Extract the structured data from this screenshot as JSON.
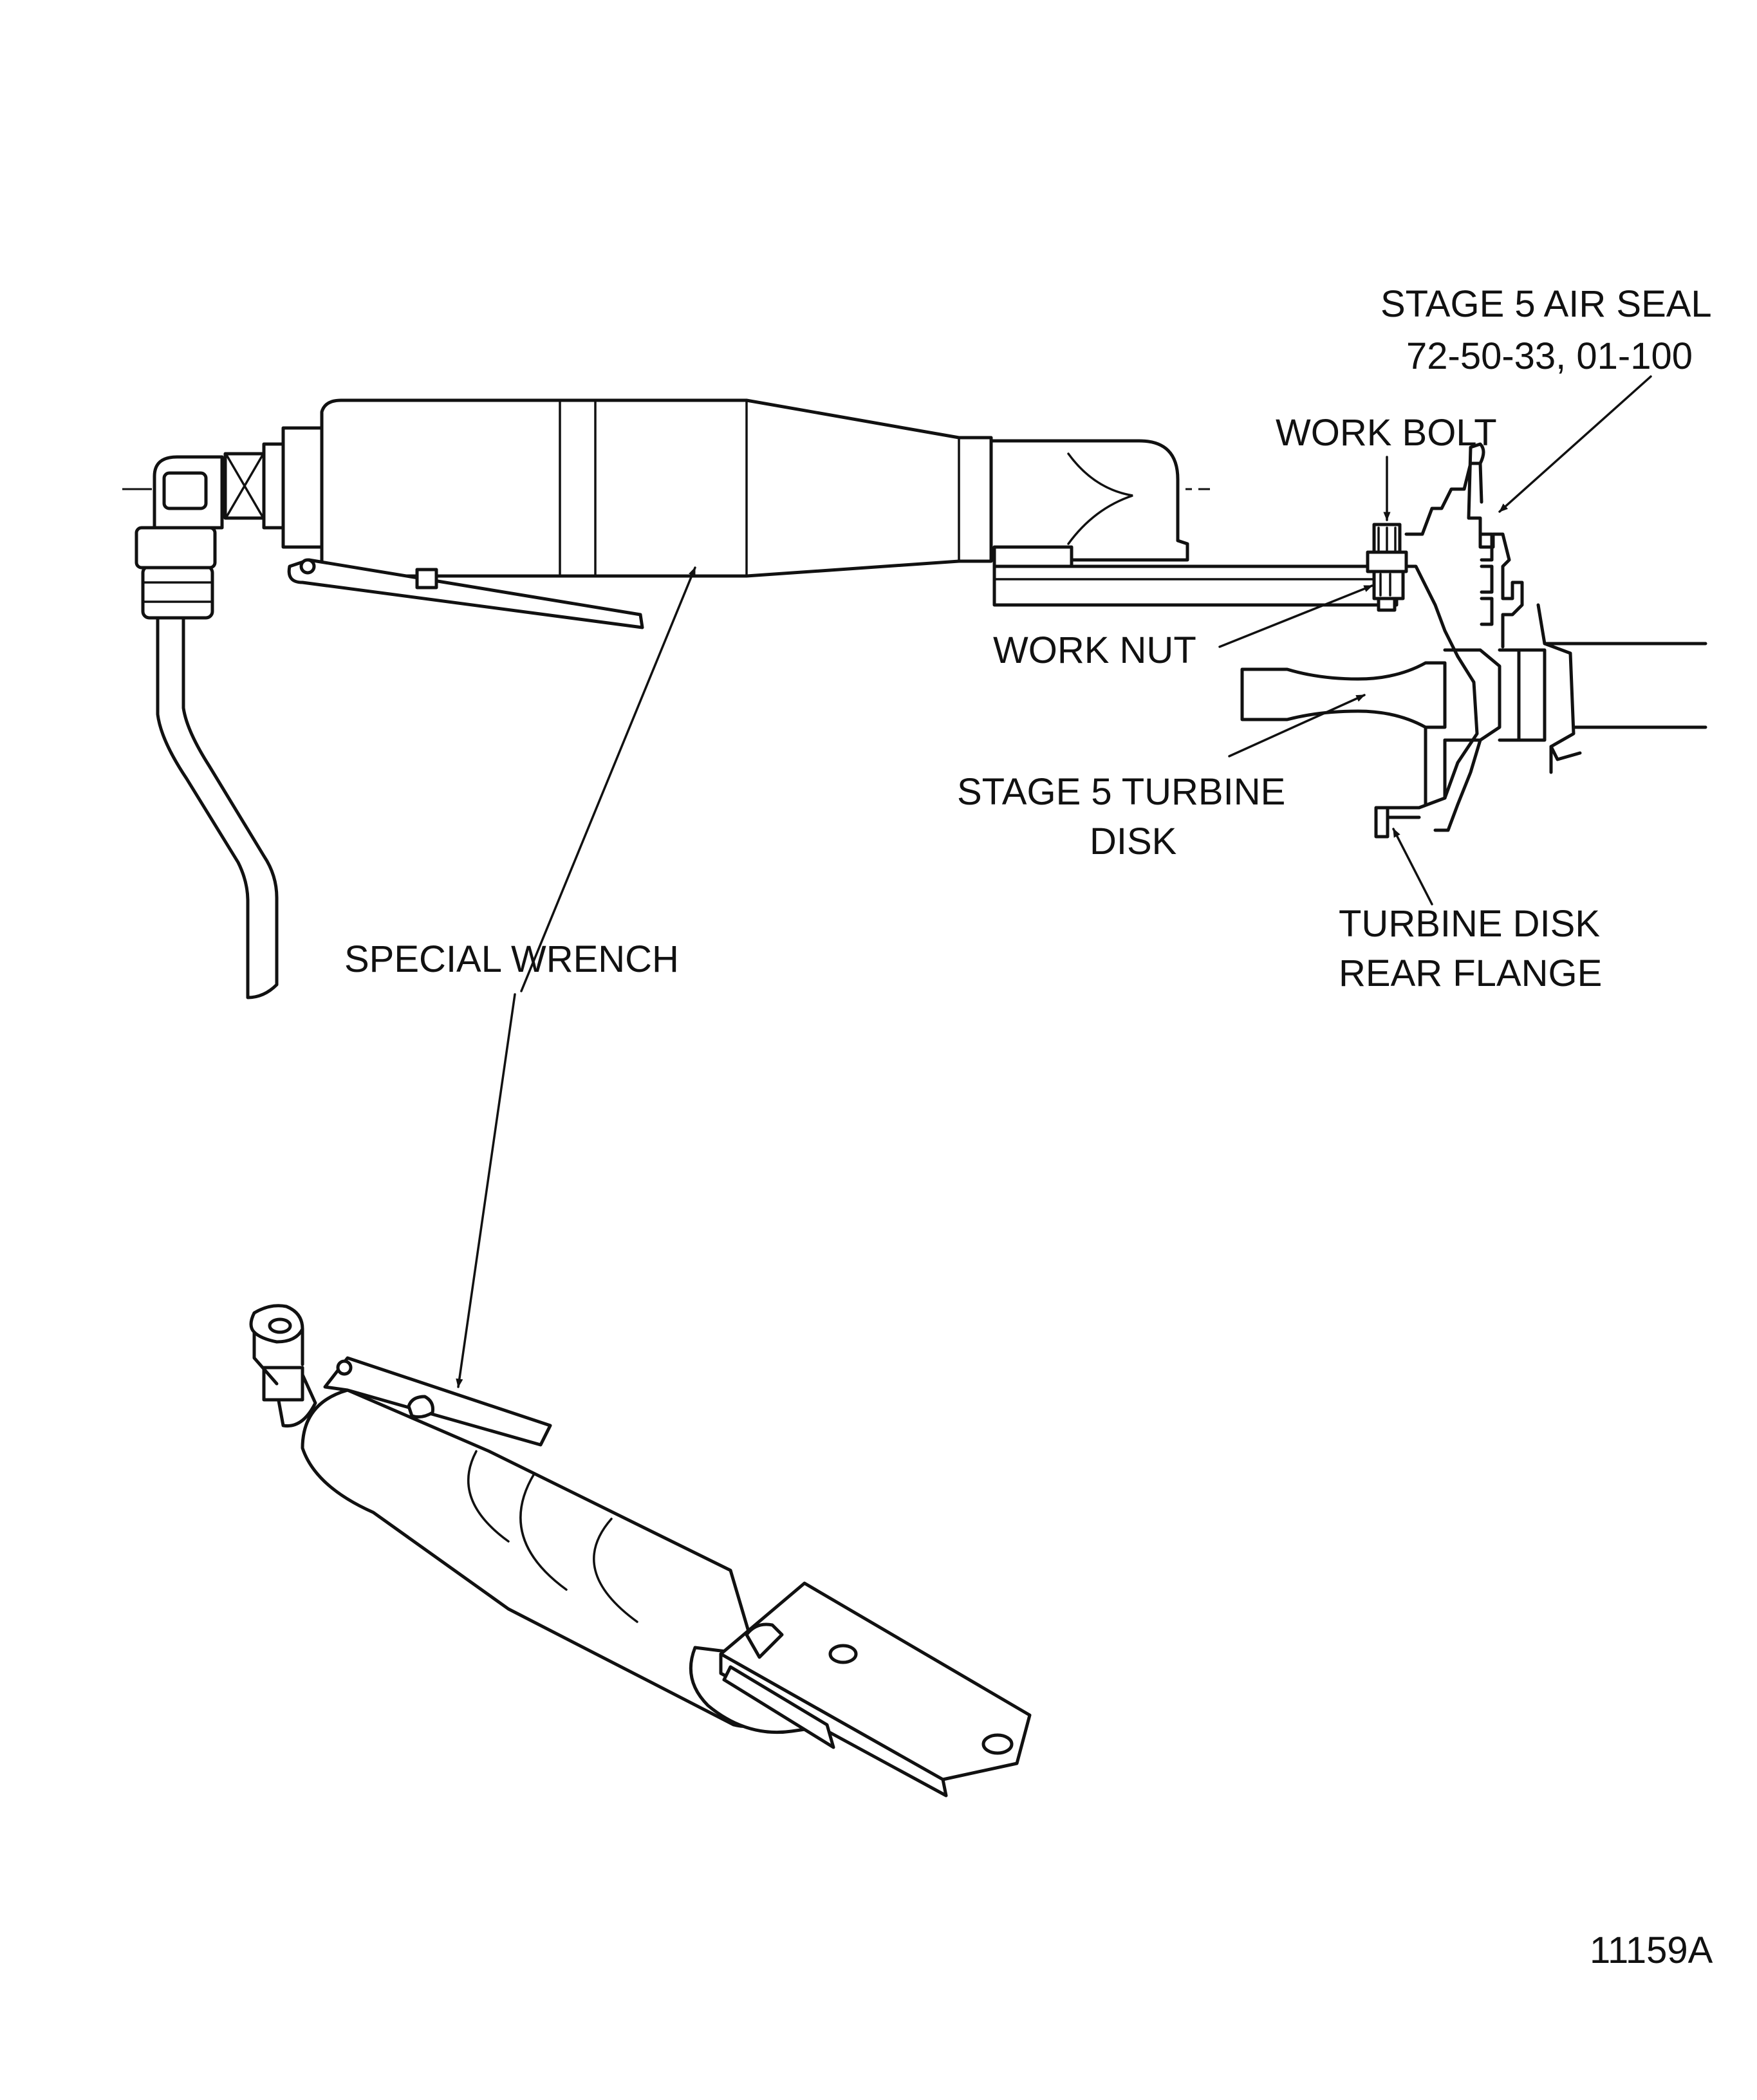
{
  "labels": {
    "air_seal_line1": "STAGE 5 AIR SEAL",
    "air_seal_line2": "72-50-33, 01-100",
    "work_bolt": "WORK BOLT",
    "work_nut": "WORK NUT",
    "turbine_disk_line1": "STAGE 5 TURBINE",
    "turbine_disk_line2": "DISK",
    "rear_flange_line1": "TURBINE DISK",
    "rear_flange_line2": "REAR FLANGE",
    "special_wrench": "SPECIAL WRENCH"
  },
  "figure_number": "11159A"
}
